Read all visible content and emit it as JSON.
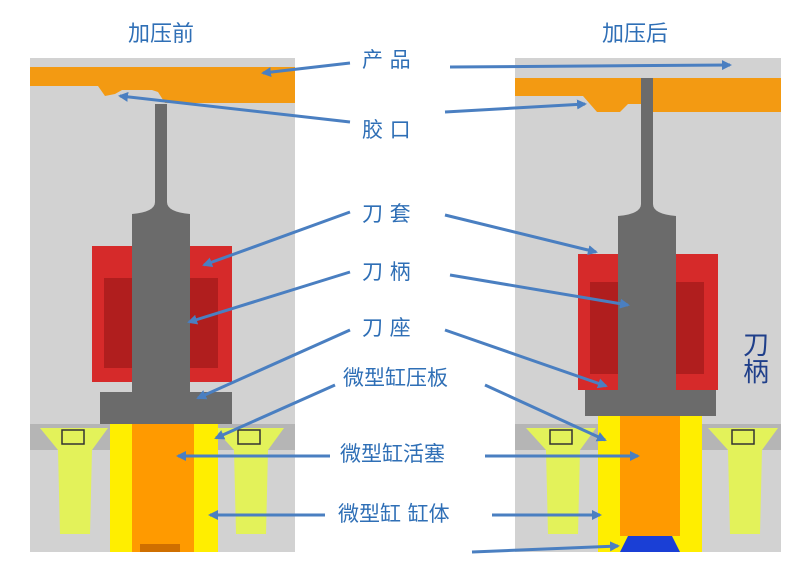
{
  "titles": {
    "before": "加压前",
    "after": "加压后"
  },
  "labels": {
    "product": "产 品",
    "gate": "胶 口",
    "knife_sleeve": "刀 套",
    "knife_handle": "刀 柄",
    "knife_seat": "刀 座",
    "cyl_press_plate": "微型缸压板",
    "cyl_piston": "微型缸活塞",
    "cyl_body": "微型缸 缸体"
  },
  "side_label": {
    "line1": "刀",
    "line2": "柄"
  },
  "colors": {
    "background_block": "#d2d2d2",
    "product": "#f39a12",
    "knife": "#6b6b6b",
    "sleeve": "#d62a2a",
    "screw": "#e3f25a",
    "cylinder_body": "#ffee00",
    "piston": "#ff9a00",
    "oil": "#1a3fd6",
    "arrow": "#4a7fc1",
    "text": "#2f6fb6"
  }
}
